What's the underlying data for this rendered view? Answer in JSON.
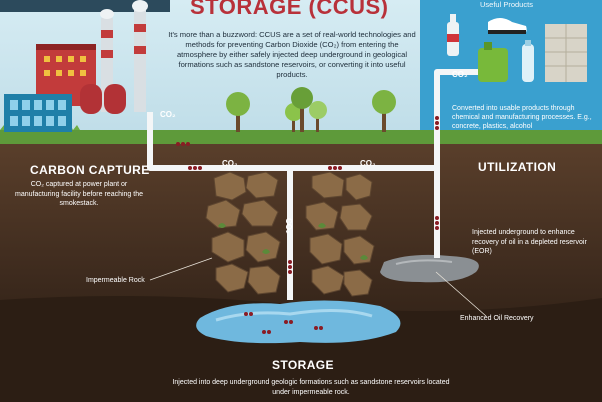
{
  "title": "STORAGE (CCUS)",
  "intro": "It's more than a buzzword: CCUS are a set of real-world technologies and methods for preventing Carbon Dioxide (CO₂) from entering the atmosphere by either safely injected deep underground in geological formations such as sandstone reservoirs, or converting it into useful products.",
  "useful_products": {
    "label": "Useful Products",
    "converted": "Converted into usable products through chemical and manufacturing processes. E.g., concrete, plastics, alcohol"
  },
  "carbon_capture": {
    "heading": "CARBON CAPTURE",
    "body": "CO₂ captured at power plant or manufacturing facility before reaching the smokestack."
  },
  "utilization": {
    "heading": "UTILIZATION",
    "body": "Injected underground to enhance recovery of oil in a depleted reservoir (EOR)"
  },
  "labels": {
    "impermeable_rock": "Impermeable Rock",
    "enhanced_oil_recovery": "Enhanced Oil Recovery"
  },
  "storage": {
    "heading": "STORAGE",
    "body": "Injected into deep underground geologic formations such as sandstone reservoirs located under impermeable rock."
  },
  "co2_tags": {
    "pipe_left": "CO₂",
    "pipe_mid": "CO₂",
    "pipe_right": "CO₂",
    "pipe_up": "CO₂",
    "pipe_down": "CO₂"
  },
  "colors": {
    "sky": "#cfe6ee",
    "grass": "#5e9a3a",
    "soil": "#4a3424",
    "pipe": "#f4f6f7",
    "title_red": "#b8313a",
    "water": "#6fb8de",
    "oil": "#8a8f93"
  }
}
